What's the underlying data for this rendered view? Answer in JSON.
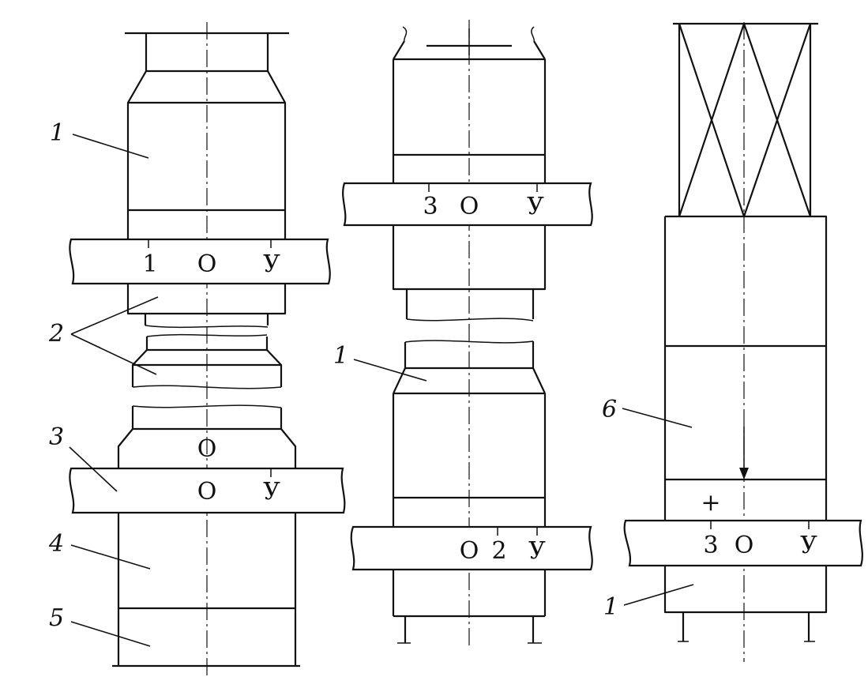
{
  "assembly_left": {
    "band_upper": [
      "1",
      "O",
      "У"
    ],
    "band_lower": [
      "O",
      "У"
    ],
    "mark_above_band": "O",
    "callouts": [
      "1",
      "2",
      "3",
      "4",
      "5"
    ]
  },
  "assembly_middle": {
    "band_upper": [
      "3",
      "O",
      "У"
    ],
    "band_lower": [
      "O",
      "2",
      "У"
    ],
    "callouts": [
      "1"
    ]
  },
  "assembly_right": {
    "band": [
      "3",
      "O",
      "У"
    ],
    "plus_mark": "+",
    "callouts": [
      "6",
      "1"
    ]
  }
}
